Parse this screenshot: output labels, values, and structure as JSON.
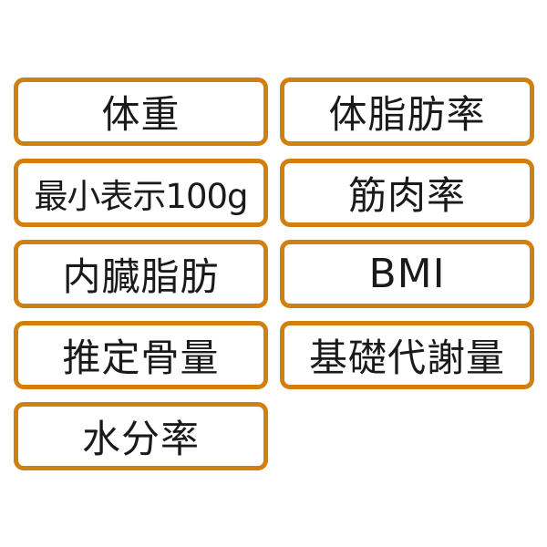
{
  "colors": {
    "border": "#d17f0f",
    "text": "#1a1a1a",
    "background": "#ffffff"
  },
  "labels": [
    {
      "text": "体重"
    },
    {
      "text": "体脂肪率"
    },
    {
      "text": "最小表示100g"
    },
    {
      "text": "筋肉率"
    },
    {
      "text": "内臓脂肪"
    },
    {
      "text": "BMI"
    },
    {
      "text": "推定骨量"
    },
    {
      "text": "基礎代謝量"
    },
    {
      "text": "水分率"
    }
  ]
}
